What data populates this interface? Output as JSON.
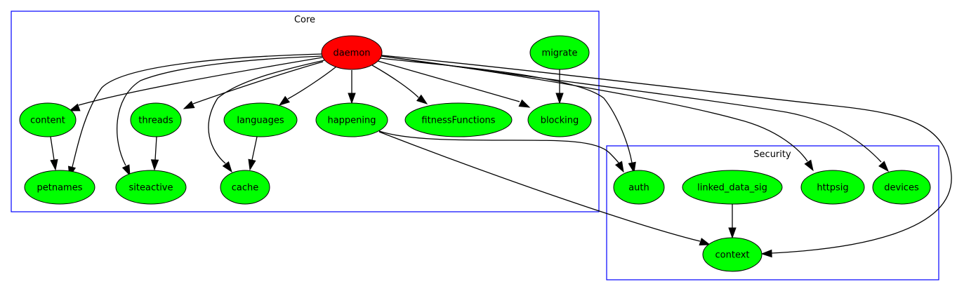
{
  "colors": {
    "cluster_border": "#0000ff",
    "root_node": "#ff0000",
    "node": "#00ff00",
    "edge": "#000000"
  },
  "clusters": [
    {
      "id": "core",
      "label": "Core"
    },
    {
      "id": "security",
      "label": "Security"
    }
  ],
  "nodes": [
    {
      "id": "daemon",
      "label": "daemon",
      "cluster": "core",
      "fill": "#ff0000"
    },
    {
      "id": "migrate",
      "label": "migrate",
      "cluster": "core",
      "fill": "#00ff00"
    },
    {
      "id": "content",
      "label": "content",
      "cluster": "core",
      "fill": "#00ff00"
    },
    {
      "id": "threads",
      "label": "threads",
      "cluster": "core",
      "fill": "#00ff00"
    },
    {
      "id": "languages",
      "label": "languages",
      "cluster": "core",
      "fill": "#00ff00"
    },
    {
      "id": "happening",
      "label": "happening",
      "cluster": "core",
      "fill": "#00ff00"
    },
    {
      "id": "fitnessFunctions",
      "label": "fitnessFunctions",
      "cluster": "core",
      "fill": "#00ff00"
    },
    {
      "id": "blocking",
      "label": "blocking",
      "cluster": "core",
      "fill": "#00ff00"
    },
    {
      "id": "petnames",
      "label": "petnames",
      "cluster": "core",
      "fill": "#00ff00"
    },
    {
      "id": "siteactive",
      "label": "siteactive",
      "cluster": "core",
      "fill": "#00ff00"
    },
    {
      "id": "cache",
      "label": "cache",
      "cluster": "core",
      "fill": "#00ff00"
    },
    {
      "id": "auth",
      "label": "auth",
      "cluster": "security",
      "fill": "#00ff00"
    },
    {
      "id": "linked_data_sig",
      "label": "linked_data_sig",
      "cluster": "security",
      "fill": "#00ff00"
    },
    {
      "id": "httpsig",
      "label": "httpsig",
      "cluster": "security",
      "fill": "#00ff00"
    },
    {
      "id": "devices",
      "label": "devices",
      "cluster": "security",
      "fill": "#00ff00"
    },
    {
      "id": "context",
      "label": "context",
      "cluster": "security",
      "fill": "#00ff00"
    }
  ],
  "edges": [
    {
      "from": "daemon",
      "to": "content"
    },
    {
      "from": "daemon",
      "to": "petnames"
    },
    {
      "from": "daemon",
      "to": "siteactive"
    },
    {
      "from": "daemon",
      "to": "threads"
    },
    {
      "from": "daemon",
      "to": "cache"
    },
    {
      "from": "daemon",
      "to": "languages"
    },
    {
      "from": "daemon",
      "to": "happening"
    },
    {
      "from": "daemon",
      "to": "fitnessFunctions"
    },
    {
      "from": "daemon",
      "to": "blocking"
    },
    {
      "from": "daemon",
      "to": "auth"
    },
    {
      "from": "daemon",
      "to": "httpsig"
    },
    {
      "from": "daemon",
      "to": "devices"
    },
    {
      "from": "daemon",
      "to": "context"
    },
    {
      "from": "migrate",
      "to": "blocking"
    },
    {
      "from": "content",
      "to": "petnames"
    },
    {
      "from": "threads",
      "to": "siteactive"
    },
    {
      "from": "languages",
      "to": "cache"
    },
    {
      "from": "happening",
      "to": "auth"
    },
    {
      "from": "happening",
      "to": "context"
    },
    {
      "from": "linked_data_sig",
      "to": "context"
    }
  ]
}
